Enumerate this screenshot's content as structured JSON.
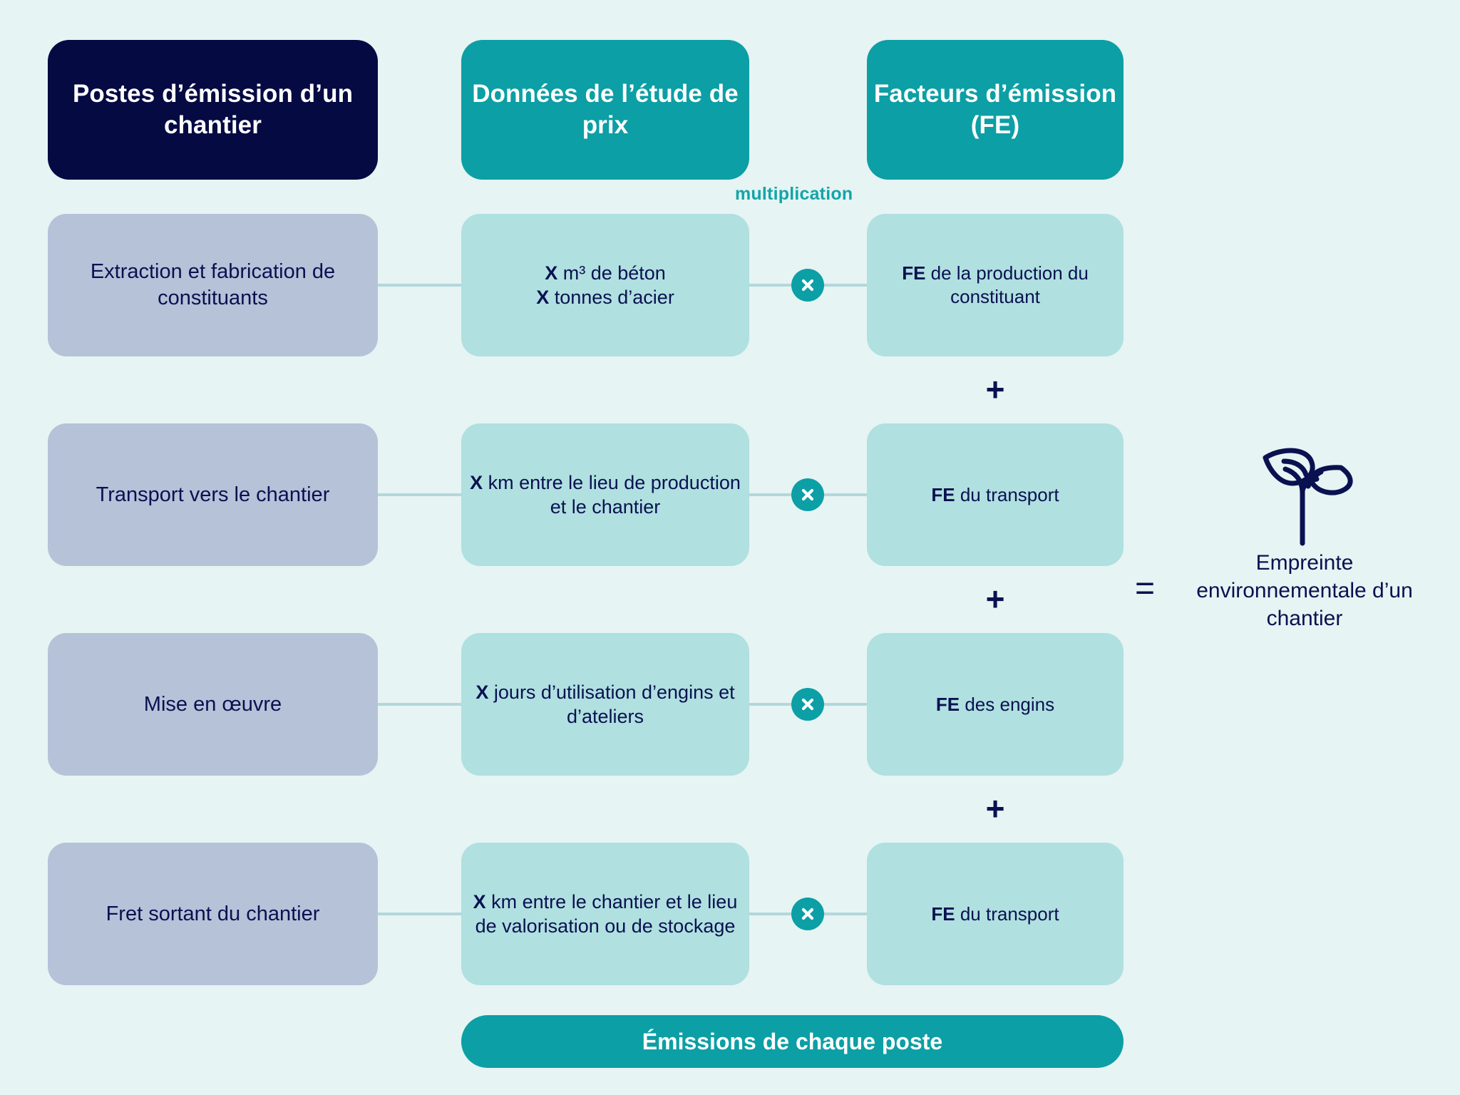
{
  "theme": {
    "background": "#e6f4f3",
    "navy": "#050a43",
    "teal": "#0c9fa5",
    "light_teal": "#b0e0e0",
    "grey_blue": "#b5c2d8",
    "line": "#b3d7da",
    "text_navy": "#0a1150"
  },
  "headers": {
    "col1": "Postes d’émission d’un chantier",
    "col2": "Données de l’étude de prix",
    "col3": "Facteurs d’émission (FE)"
  },
  "annotations": {
    "multiplication": "multiplication",
    "plus": "+",
    "equals": "=",
    "multiply_symbol": "×"
  },
  "rows": [
    {
      "poste": "Extraction et fabrication de constituants",
      "donnee_line1_bold": "X",
      "donnee_line1_rest": " m³ de béton",
      "donnee_line2_bold": "X",
      "donnee_line2_rest": " tonnes d’acier",
      "fe_bold": "FE",
      "fe_rest": " de la production du constituant"
    },
    {
      "poste": "Transport vers le chantier",
      "donnee_line1_bold": "X",
      "donnee_line1_rest": " km entre le lieu de production et le chantier",
      "donnee_line2_bold": "",
      "donnee_line2_rest": "",
      "fe_bold": "FE",
      "fe_rest": " du transport"
    },
    {
      "poste": "Mise en œuvre",
      "donnee_line1_bold": "X",
      "donnee_line1_rest": " jours d’utilisation d’engins et d’ateliers",
      "donnee_line2_bold": "",
      "donnee_line2_rest": "",
      "fe_bold": "FE",
      "fe_rest": " des engins"
    },
    {
      "poste": "Fret sortant du chantier",
      "donnee_line1_bold": "X",
      "donnee_line1_rest": " km entre le chantier et le lieu de valorisation ou de stockage",
      "donnee_line2_bold": "",
      "donnee_line2_rest": "",
      "fe_bold": "FE",
      "fe_rest": " du transport"
    }
  ],
  "bottom_bar": {
    "label": "Émissions de chaque poste"
  },
  "result": {
    "icon": "sprout-leaf-icon",
    "label": "Empreinte environnementale d’un chantier"
  }
}
